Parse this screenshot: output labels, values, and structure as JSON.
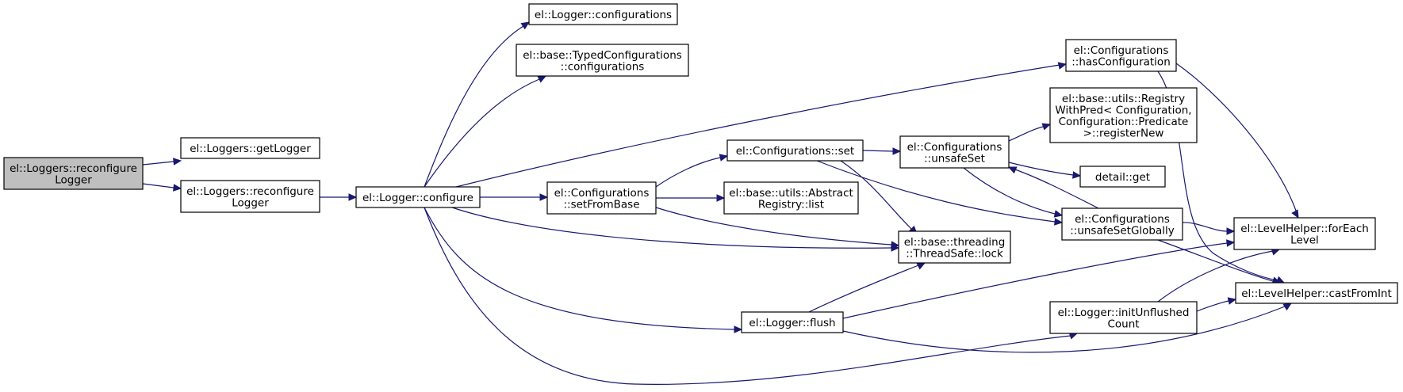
{
  "colors": {
    "edge": "#191970",
    "root_fill": "#bfbfbf",
    "node_fill": "#ffffff",
    "border": "#000000"
  },
  "nodes": {
    "root": {
      "lines": [
        "el::Loggers::reconfigure",
        "Logger"
      ]
    },
    "getLogger": {
      "lines": [
        "el::Loggers::getLogger"
      ]
    },
    "reconfLogger": {
      "lines": [
        "el::Loggers::reconfigure",
        "Logger"
      ]
    },
    "configure": {
      "lines": [
        "el::Logger::configure"
      ]
    },
    "loggerConfigs": {
      "lines": [
        "el::Logger::configurations"
      ]
    },
    "typedConfigs": {
      "lines": [
        "el::base::TypedConfigurations",
        "::configurations"
      ]
    },
    "setFromBase": {
      "lines": [
        "el::Configurations",
        "::setFromBase"
      ]
    },
    "confSet": {
      "lines": [
        "el::Configurations::set"
      ]
    },
    "hasConf": {
      "lines": [
        "el::Configurations",
        "::hasConfiguration"
      ]
    },
    "absList": {
      "lines": [
        "el::base::utils::Abstract",
        "Registry::list"
      ]
    },
    "unsafeSet": {
      "lines": [
        "el::Configurations",
        "::unsafeSet"
      ]
    },
    "regNew": {
      "lines": [
        "el::base::utils::Registry",
        "WithPred< Configuration,",
        "Configuration::Predicate",
        ">::registerNew"
      ]
    },
    "detailGet": {
      "lines": [
        "detail::get"
      ]
    },
    "unsafeGlobal": {
      "lines": [
        "el::Configurations",
        "::unsafeSetGlobally"
      ]
    },
    "lock": {
      "lines": [
        "el::base::threading",
        "::ThreadSafe::lock"
      ]
    },
    "flush": {
      "lines": [
        "el::Logger::flush"
      ]
    },
    "initUnflushed": {
      "lines": [
        "el::Logger::initUnflushed",
        "Count"
      ]
    },
    "forEach": {
      "lines": [
        "el::LevelHelper::forEach",
        "Level"
      ]
    },
    "castFromInt": {
      "lines": [
        "el::LevelHelper::castFromInt"
      ]
    }
  },
  "edges": [
    [
      "root",
      "getLogger"
    ],
    [
      "root",
      "reconfLogger"
    ],
    [
      "reconfLogger",
      "configure"
    ],
    [
      "configure",
      "loggerConfigs"
    ],
    [
      "configure",
      "typedConfigs"
    ],
    [
      "configure",
      "hasConf"
    ],
    [
      "configure",
      "setFromBase"
    ],
    [
      "configure",
      "lock"
    ],
    [
      "configure",
      "flush"
    ],
    [
      "configure",
      "initUnflushed"
    ],
    [
      "setFromBase",
      "confSet"
    ],
    [
      "setFromBase",
      "absList"
    ],
    [
      "setFromBase",
      "lock"
    ],
    [
      "confSet",
      "unsafeSet"
    ],
    [
      "confSet",
      "unsafeGlobal"
    ],
    [
      "confSet",
      "lock"
    ],
    [
      "unsafeSet",
      "regNew"
    ],
    [
      "unsafeSet",
      "detailGet"
    ],
    [
      "unsafeSet",
      "unsafeGlobal"
    ],
    [
      "unsafeGlobal",
      "unsafeSet"
    ],
    [
      "unsafeGlobal",
      "forEach"
    ],
    [
      "unsafeGlobal",
      "castFromInt"
    ],
    [
      "hasConf",
      "forEach"
    ],
    [
      "hasConf",
      "castFromInt"
    ],
    [
      "flush",
      "lock"
    ],
    [
      "flush",
      "forEach"
    ],
    [
      "flush",
      "castFromInt"
    ],
    [
      "initUnflushed",
      "forEach"
    ],
    [
      "initUnflushed",
      "castFromInt"
    ]
  ]
}
